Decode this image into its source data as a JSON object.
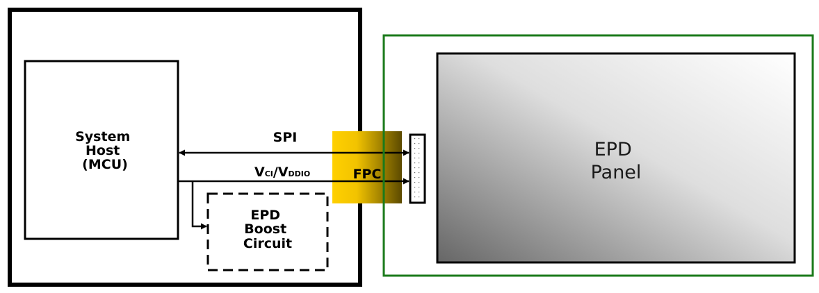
{
  "host": {
    "line1": "System",
    "line2": "Host",
    "line3": "(MCU)"
  },
  "spi_label": "SPI",
  "power_label": {
    "v1": "V",
    "sub1": "CI",
    "sep": "/V",
    "sub2": "DDIO"
  },
  "fpc_label": "FPC",
  "boost": {
    "line1": "EPD",
    "line2": "Boost",
    "line3": "Circuit"
  },
  "panel": {
    "line1": "EPD",
    "line2": "Panel"
  },
  "colors": {
    "panel_frame": "#1a7a1a",
    "fpc_light": "#ffd000",
    "fpc_dark": "#5c4a00",
    "line": "#000000"
  }
}
